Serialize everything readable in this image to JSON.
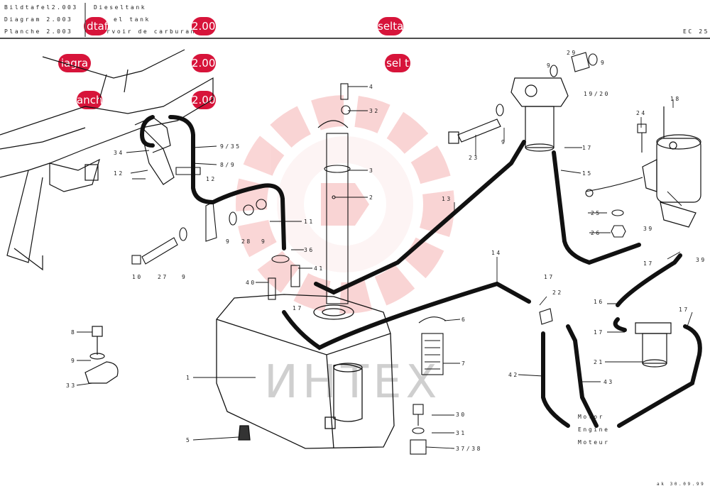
{
  "header": {
    "row1_left": "Bildtafel2.003",
    "row2_left": "Diagram   2.003",
    "row3_left": "Planche   2.003",
    "row1_right": "Dieseltank",
    "row2_right": "el tank",
    "row3_right": "rvoir de carburan",
    "code": "EC 25"
  },
  "badges": {
    "b1": "ldtaf",
    "b2": "2.003",
    "b3": "selta",
    "b4": "iagra",
    "b5": "2.003",
    "b6": "sel t",
    "b7": "anch",
    "b8": "2.003"
  },
  "watermark": "ИНТЕХ",
  "footer_stamp": "ak 30.09.99",
  "destination": [
    "Motor",
    "Engine",
    "Moteur"
  ],
  "parts": [
    {
      "id": "p4",
      "label": "4"
    },
    {
      "id": "p32",
      "label": "32"
    },
    {
      "id": "p3",
      "label": "3"
    },
    {
      "id": "p2",
      "label": "2"
    },
    {
      "id": "p1",
      "label": "1"
    },
    {
      "id": "p5",
      "label": "5"
    },
    {
      "id": "p6",
      "label": "6"
    },
    {
      "id": "p7",
      "label": "7"
    },
    {
      "id": "p8",
      "label": "8"
    },
    {
      "id": "p9a",
      "label": "9"
    },
    {
      "id": "p33",
      "label": "33"
    },
    {
      "id": "p34",
      "label": "34"
    },
    {
      "id": "p12a",
      "label": "12"
    },
    {
      "id": "p12b",
      "label": "12"
    },
    {
      "id": "p9_35",
      "label": "9/35"
    },
    {
      "id": "p8_9",
      "label": "8/9"
    },
    {
      "id": "p9b",
      "label": "9"
    },
    {
      "id": "p28",
      "label": "28"
    },
    {
      "id": "p9c",
      "label": "9"
    },
    {
      "id": "p11",
      "label": "11"
    },
    {
      "id": "p10",
      "label": "10"
    },
    {
      "id": "p27",
      "label": "27"
    },
    {
      "id": "p9d",
      "label": "9"
    },
    {
      "id": "p36",
      "label": "36"
    },
    {
      "id": "p41",
      "label": "41"
    },
    {
      "id": "p40",
      "label": "40"
    },
    {
      "id": "p17a",
      "label": "17"
    },
    {
      "id": "p13",
      "label": "13"
    },
    {
      "id": "p14",
      "label": "14"
    },
    {
      "id": "p17b",
      "label": "17"
    },
    {
      "id": "p22",
      "label": "22"
    },
    {
      "id": "p42",
      "label": "42"
    },
    {
      "id": "p43",
      "label": "43"
    },
    {
      "id": "p30",
      "label": "30"
    },
    {
      "id": "p31",
      "label": "31"
    },
    {
      "id": "p37_38",
      "label": "37/38"
    },
    {
      "id": "p29",
      "label": "29"
    },
    {
      "id": "p9e",
      "label": "9"
    },
    {
      "id": "p9f",
      "label": "9"
    },
    {
      "id": "p19_20",
      "label": "19/20"
    },
    {
      "id": "p23",
      "label": "23"
    },
    {
      "id": "p9g",
      "label": "9"
    },
    {
      "id": "p17c",
      "label": "17"
    },
    {
      "id": "p15",
      "label": "15"
    },
    {
      "id": "p24",
      "label": "24"
    },
    {
      "id": "p18",
      "label": "18"
    },
    {
      "id": "p25",
      "label": "25"
    },
    {
      "id": "p26",
      "label": "26"
    },
    {
      "id": "p39a",
      "label": "39"
    },
    {
      "id": "p39b",
      "label": "39"
    },
    {
      "id": "p17d",
      "label": "17"
    },
    {
      "id": "p16",
      "label": "16"
    },
    {
      "id": "p17e",
      "label": "17"
    },
    {
      "id": "p21",
      "label": "21"
    },
    {
      "id": "p17f",
      "label": "17"
    }
  ]
}
